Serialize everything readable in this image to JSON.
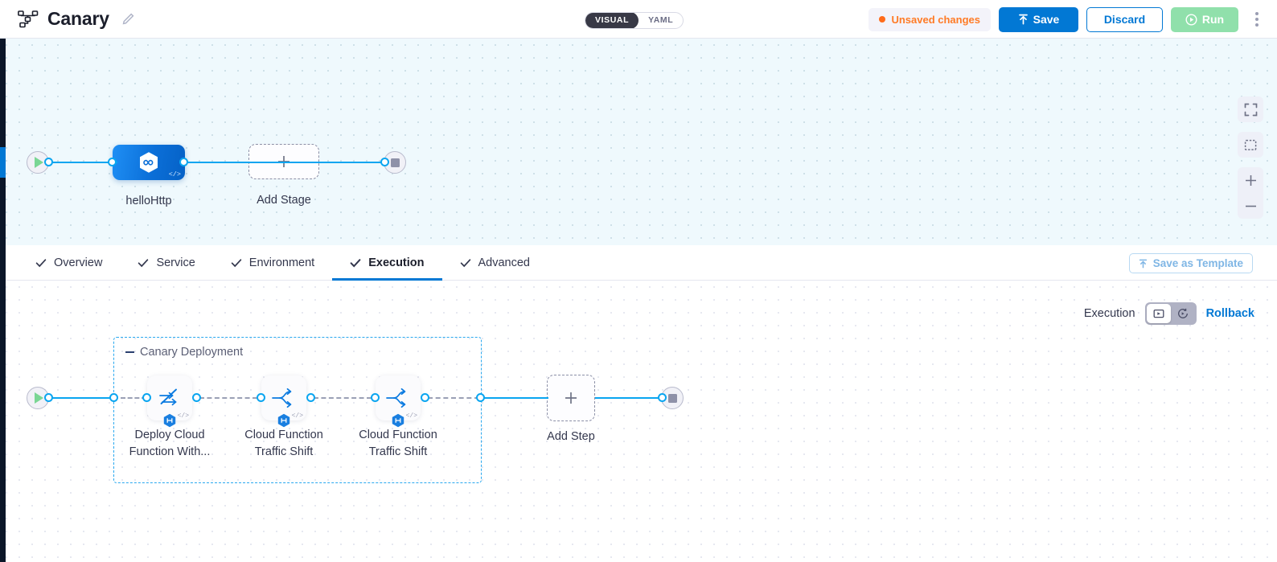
{
  "header": {
    "pipeline_icon": "pipeline-graph-icon",
    "title": "Canary",
    "edit_icon": "pencil-icon",
    "mode_toggle": {
      "visual": "VISUAL",
      "yaml": "YAML",
      "selected": "VISUAL"
    },
    "unsaved_label": "Unsaved changes",
    "unsaved_color": "#ff6b1a",
    "save_label": "Save",
    "save_icon": "upload-arrow-icon",
    "discard_label": "Discard",
    "run_label": "Run",
    "run_icon": "play-circle-icon",
    "menu_icon": "kebab-menu-icon",
    "accent_blue": "#0278d4",
    "run_green": "#90e0ab"
  },
  "stage_canvas": {
    "start_node": "start-play-icon",
    "end_node": "end-stop-icon",
    "nodes": [
      {
        "label": "helloHttp",
        "icon": "hexagon-infinity-icon",
        "badge": "</>"
      }
    ],
    "add_stage_label": "Add Stage",
    "add_icon": "plus-icon",
    "controls": [
      {
        "name": "fullscreen-icon"
      },
      {
        "name": "fit-to-screen-icon"
      },
      {
        "name": "zoom-in-icon"
      },
      {
        "name": "zoom-out-icon"
      }
    ]
  },
  "tabs": [
    {
      "label": "Overview",
      "checked": true,
      "active": false
    },
    {
      "label": "Service",
      "checked": true,
      "active": false
    },
    {
      "label": "Environment",
      "checked": true,
      "active": false
    },
    {
      "label": "Execution",
      "checked": true,
      "active": true
    },
    {
      "label": "Advanced",
      "checked": true,
      "active": false
    }
  ],
  "save_as_template": {
    "label": "Save as Template",
    "icon": "upload-arrow-icon"
  },
  "execution": {
    "label": "Execution",
    "toggle": [
      {
        "name": "execution-view-icon",
        "selected": true
      },
      {
        "name": "rollback-view-icon",
        "selected": false
      }
    ],
    "rollback_label": "Rollback"
  },
  "step_canvas": {
    "start_node": "start-play-icon",
    "end_node": "end-stop-icon",
    "group": {
      "title": "Canary Deployment",
      "collapse_icon": "collapse-dash-icon"
    },
    "steps": [
      {
        "label_line1": "Deploy Cloud",
        "label_line2": "Function With...",
        "icon": "deploy-no-traffic-icon",
        "badge": "</>"
      },
      {
        "label_line1": "Cloud Function",
        "label_line2": "Traffic Shift",
        "icon": "traffic-shift-icon",
        "badge": "</>"
      },
      {
        "label_line1": "Cloud Function",
        "label_line2": "Traffic Shift",
        "icon": "traffic-shift-icon",
        "badge": "</>"
      }
    ],
    "add_step_label": "Add Step",
    "add_icon": "plus-icon"
  }
}
